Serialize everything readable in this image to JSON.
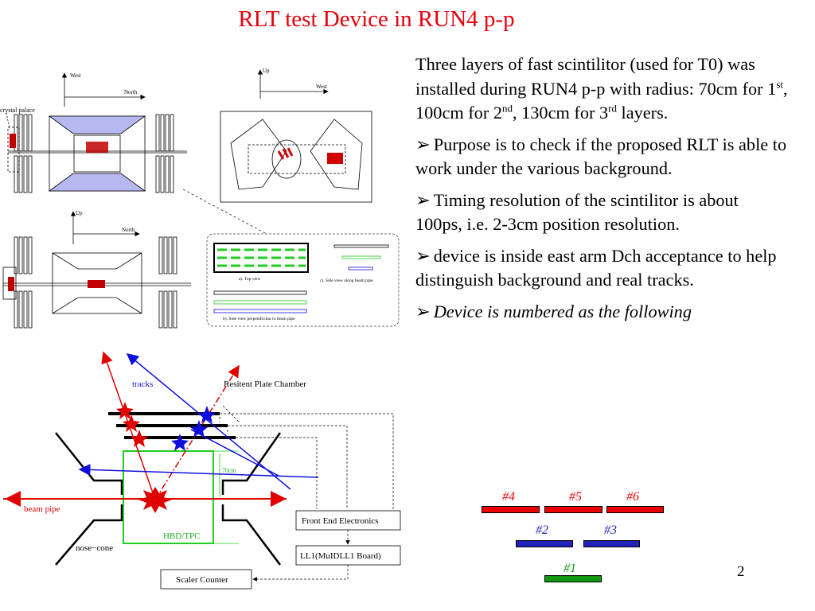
{
  "title": "RLT test Device in RUN4 p-p",
  "page_number": "2",
  "intro": {
    "pre1": "Three layers of fast scintilitor (used for T0) was installed during RUN4 p-p with radius: 70cm for 1",
    "sup1": "st",
    "pre2": ", 100cm for 2",
    "sup2": "nd",
    "pre3": ", 130cm for 3",
    "sup3": "rd",
    "post": " layers."
  },
  "bullet_symbol": "➢",
  "bullets": [
    "Purpose is to check if the proposed RLT is able to work under the various background.",
    "Timing resolution of the scintilitor is about 100ps, i.e. 2-3cm position resolution.",
    "device is inside east arm Dch acceptance to help distinguish background and real tracks."
  ],
  "numbering_lead": "Device is numbered as the following",
  "device_numbering": {
    "top": [
      "#4",
      "#5",
      "#6"
    ],
    "middle": [
      "#2",
      "#3"
    ],
    "bottom": [
      "#1"
    ],
    "colors": {
      "top": "#ee0000",
      "middle": "#2222bb",
      "bottom": "#119911"
    }
  },
  "top_diagram": {
    "label_west": "West",
    "label_north": "North",
    "label_crystal_palace": "crystal palace",
    "label_up": "Up",
    "label_west_right": "West",
    "label_up_lower": "Up",
    "label_north_lower": "North",
    "inset_top_view": "a). Top view",
    "inset_side_view_beam": "c). Side view along beam pipe",
    "inset_side_view_perp": "b). Side view perpendicular to beam pipe"
  },
  "bottom_diagram": {
    "label_tracks": "tracks",
    "label_rpc": "Resitent Plate Chamber",
    "label_70cm": "70cm",
    "label_beam_pipe": "beam pipe",
    "label_hbd_tpc": "HBD/TPC",
    "label_nose_cone": "nose−cone",
    "box_front_end": "Front End Electronics",
    "box_ll1": "LL1(MuIDLL1 Board)",
    "box_scaler": "Scaler Counter"
  },
  "colors": {
    "title": "#e8000a",
    "red": "#e00000",
    "blue": "#1010dd",
    "green": "#22cc22",
    "lavender": "#b8b8f0"
  }
}
